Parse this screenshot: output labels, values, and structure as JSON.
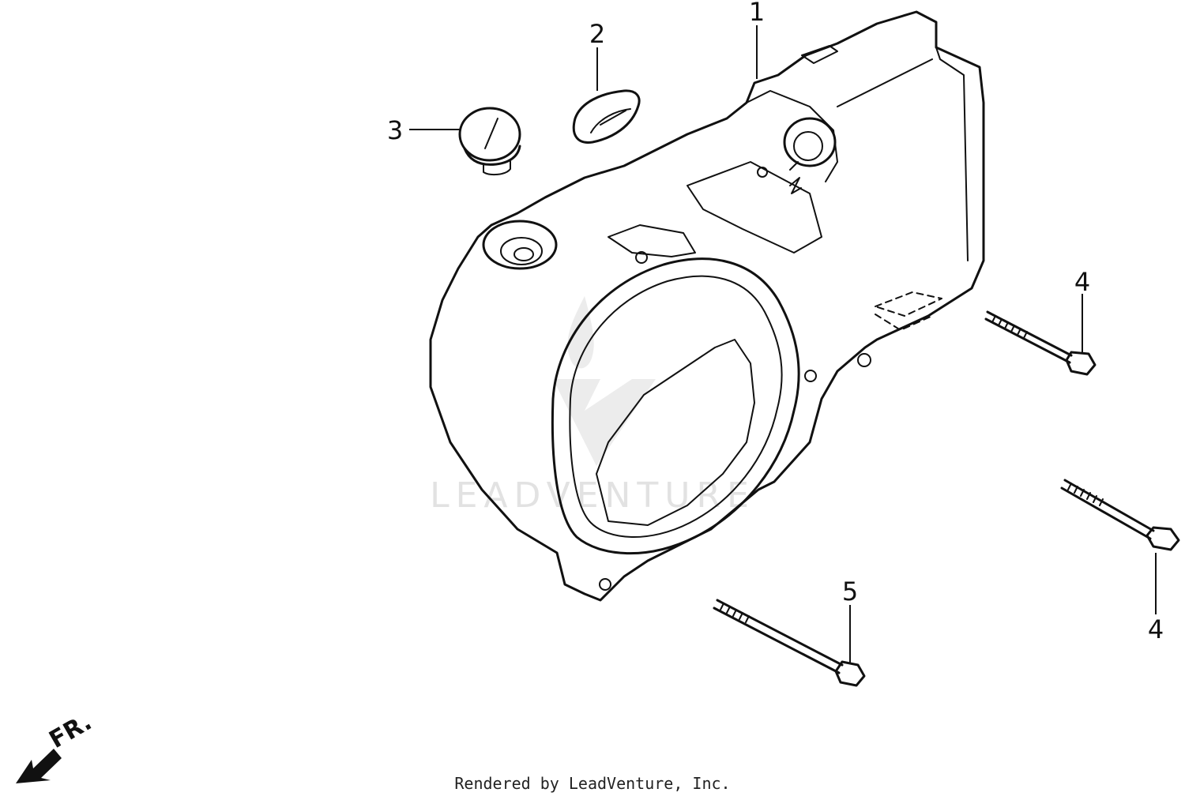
{
  "callouts": {
    "c1": "1",
    "c2": "2",
    "c3": "3",
    "c4a": "4",
    "c4b": "4",
    "c5": "5"
  },
  "direction_arrow": {
    "label": "FR."
  },
  "watermark": {
    "text": "LEADVENTURE"
  },
  "footer": {
    "text": "Rendered by LeadVenture, Inc."
  }
}
